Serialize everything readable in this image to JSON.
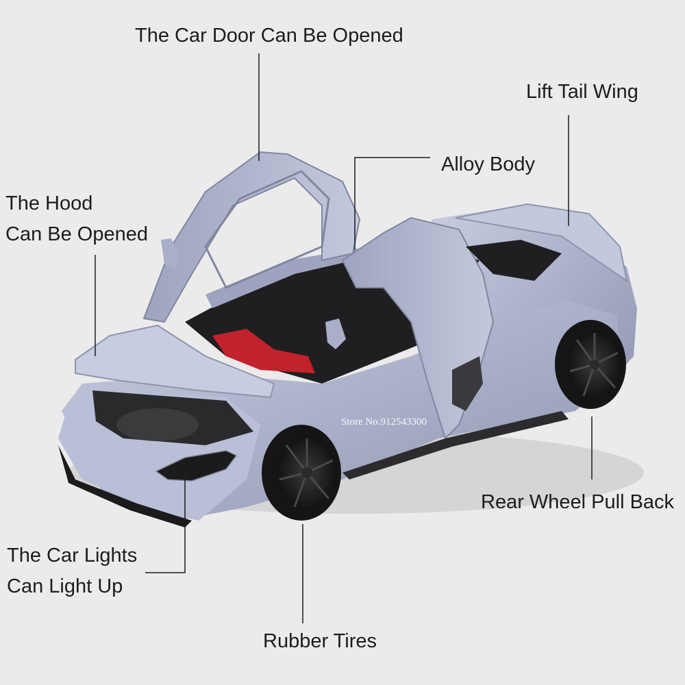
{
  "callouts": {
    "door": "The Car Door Can Be Opened",
    "tail_wing": "Lift Tail Wing",
    "alloy_body": "Alloy Body",
    "hood_line1": "The Hood",
    "hood_line2": "Can Be Opened",
    "rear_wheel": "Rear Wheel Pull Back",
    "lights_line1": "The Car Lights",
    "lights_line2": "Can Light Up",
    "tires": "Rubber Tires"
  },
  "watermark": "Store No.912543300",
  "colors": {
    "background": "#ecebeb",
    "car_body": "#b3b9d1",
    "callout_line": "#1c1c1c"
  }
}
